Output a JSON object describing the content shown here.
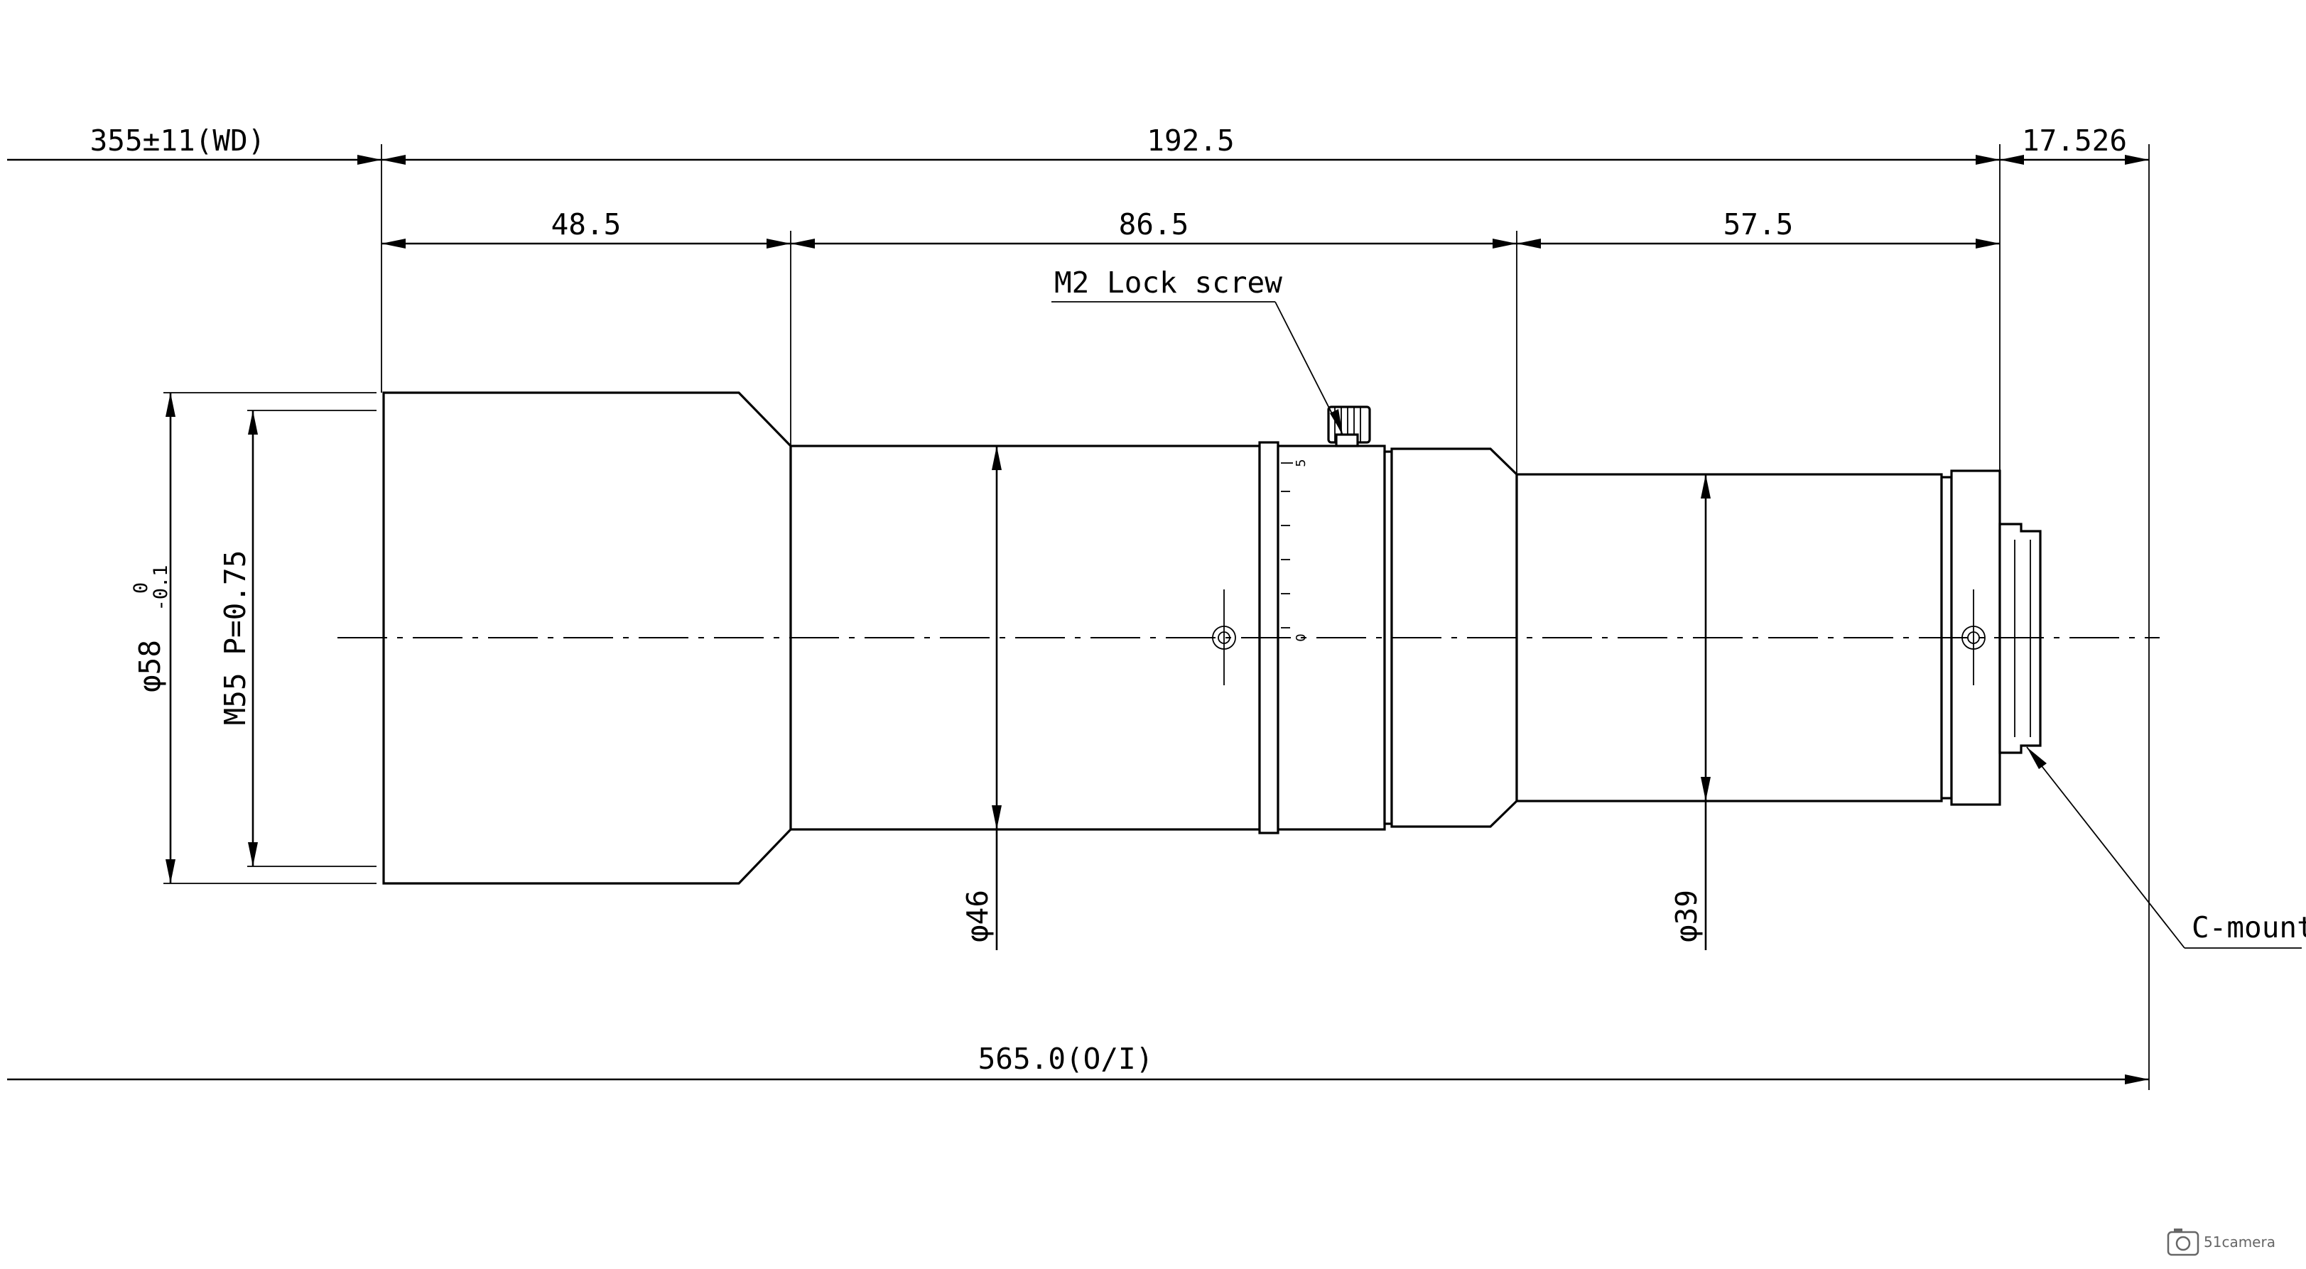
{
  "dimensions": {
    "wd": "355±11(WD)",
    "total_length": "192.5",
    "mount_flange": "17.526",
    "front_section": "48.5",
    "mid_section": "86.5",
    "rear_section": "57.5",
    "object_to_image": "565.0(O/I)"
  },
  "diameters": {
    "front": "φ58",
    "front_tol_upper": "0",
    "front_tol_lower": "-0.1",
    "filter_thread": "M55 P=0.75",
    "mid": "φ46",
    "rear": "φ39"
  },
  "callouts": {
    "lock_screw": "M2 Lock screw",
    "mount": "C-mount"
  },
  "scale": {
    "zero": "0",
    "top": "5"
  },
  "watermark": {
    "brand": "51camera"
  }
}
